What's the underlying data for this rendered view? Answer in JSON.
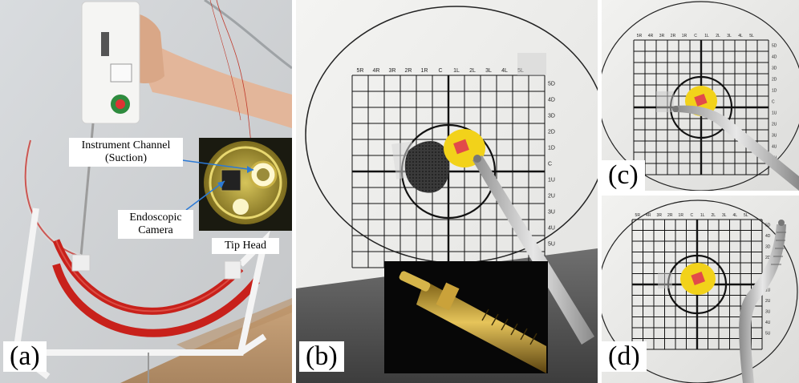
{
  "figure": {
    "panel_labels": {
      "a": "(a)",
      "b": "(b)",
      "c": "(c)",
      "d": "(d)"
    },
    "callouts": {
      "instrument_channel_line1": "Instrument Channel",
      "instrument_channel_line2": "(Suction)",
      "camera_line1": "Endoscopic",
      "camera_line2": "Camera",
      "tip_head": "Tip Head"
    },
    "target_grid": {
      "columns": [
        "5R",
        "4R",
        "3R",
        "2R",
        "1R",
        "C",
        "1L",
        "2L",
        "3L",
        "4L",
        "5L"
      ],
      "rows": [
        "5D",
        "4D",
        "3D",
        "2D",
        "1D",
        "C",
        "1U",
        "2U",
        "3U",
        "4U",
        "5U"
      ]
    },
    "colors": {
      "tube_red": "#c8211b",
      "target_yellow": "#f2d21a",
      "target_red": "#e24a4a",
      "shaft_steel": "#b8b8b8",
      "wall": "#efefed"
    }
  }
}
